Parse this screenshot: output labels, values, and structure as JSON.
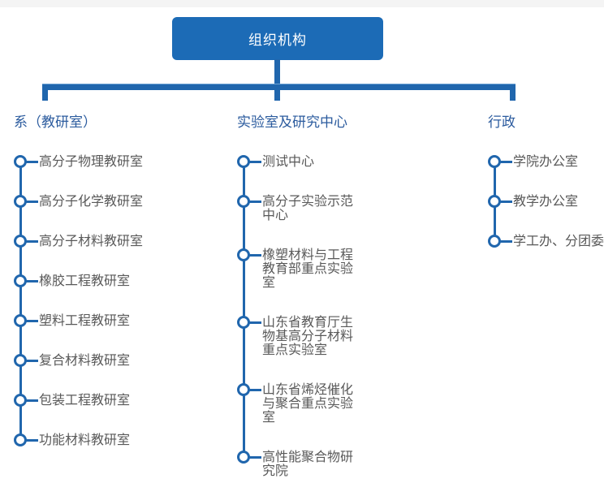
{
  "chart": {
    "root_label": "组织机构",
    "columns": [
      {
        "header": "系（教研室）",
        "items": [
          "高分子物理教研室",
          "高分子化学教研室",
          "高分子材料教研室",
          "橡胶工程教研室",
          "塑料工程教研室",
          "复合材料教研室",
          "包装工程教研室",
          "功能材料教研室"
        ]
      },
      {
        "header": "实验室及研究中心",
        "items": [
          "测试中心",
          "高分子实验示范中心",
          "橡塑材料与工程教育部重点实验室",
          "山东省教育厅生物基高分子材料重点实验室",
          "山东省烯烃催化与聚合重点实验室",
          "高性能聚合物研究院"
        ]
      },
      {
        "header": "行政",
        "items": [
          "学院办公室",
          "教学办公室",
          "学工办、分团委"
        ]
      }
    ],
    "colors": {
      "primary_blue": "#2066ad",
      "root_box_blue": "#1c6bb6",
      "header_text": "#2b5b9e",
      "item_text": "#595959",
      "top_strip": "#f4f4f4"
    }
  }
}
